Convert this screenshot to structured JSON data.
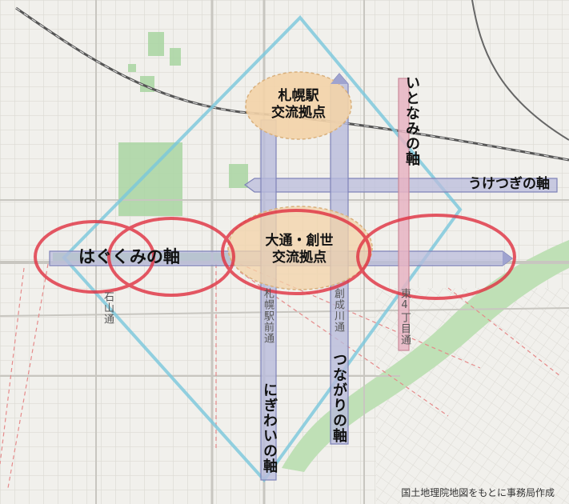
{
  "map": {
    "hubs": {
      "sapporo_station": [
        "札幌駅",
        "交流拠点"
      ],
      "odori_sosei": [
        "大通・創世",
        "交流拠点"
      ]
    },
    "axes": {
      "hagukumi": "はぐくみの軸",
      "uketsugi": "うけつぎの軸",
      "itonami": "いとなみの軸",
      "nigiwai": "にぎわいの軸",
      "tsunagari": "つながりの軸"
    },
    "streets": {
      "ishiyama": "石山通",
      "ekimae": "札幌駅前通",
      "soseigawa": "創成川通",
      "higashi4": "東4丁目通"
    },
    "credit": "国土地理院地図をもとに事務局作成"
  },
  "colors": {
    "axis_fill": "#b9bcdc",
    "axis_stroke": "#7f83b8",
    "itonami_fill": "#e8b4c3",
    "ellipse": "#e03040",
    "hub_fill": "#f3d3a8",
    "diamond": "#79c7dc",
    "river": "#bfe0b6",
    "park": "#a9d5a2"
  },
  "icons": [
    "vertical-axis-arrow-icon",
    "horizontal-axis-arrow-icon"
  ]
}
